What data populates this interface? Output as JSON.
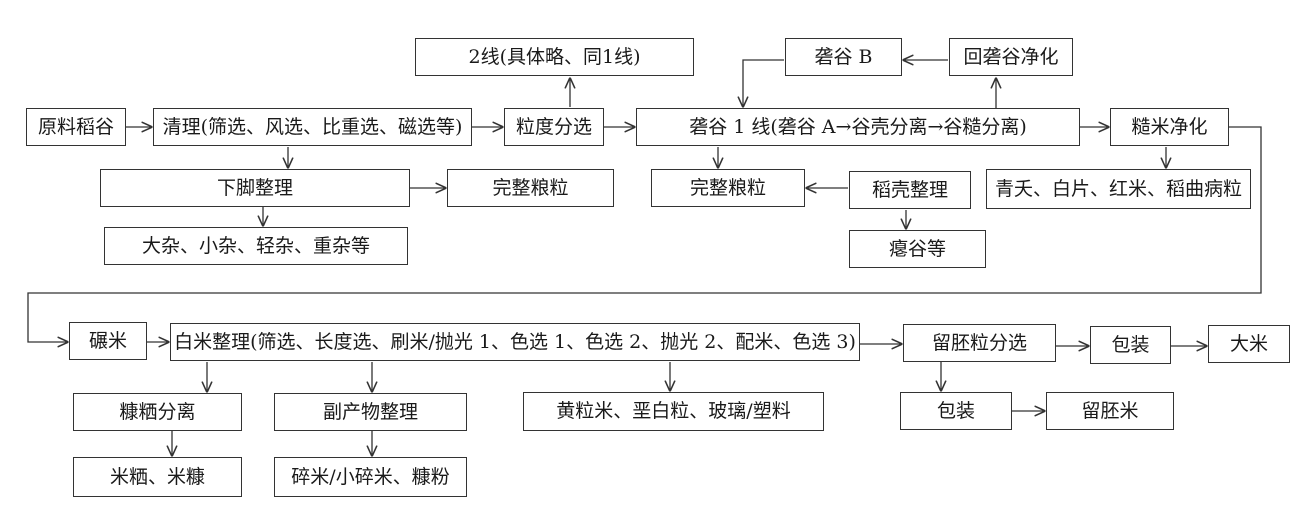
{
  "nodes": {
    "raw_paddy": "原料稻谷",
    "cleaning": "清理(筛选、风选、比重选、磁选等)",
    "size_grading": "粒度分选",
    "line2": "2线(具体略、同1线)",
    "hulling_b": "砻谷 B",
    "rehull_purify": "回砻谷净化",
    "hulling_line1": "砻谷 1 线(砻谷 A→谷壳分离→谷糙分离)",
    "brown_rice_purify": "糙米净化",
    "green_white_red": "青夭、白片、红米、稻曲病粒",
    "whole_grain_2": "完整粮粒",
    "husk_sorting": "稻壳整理",
    "shriveled": "瘪谷等",
    "tailings_sorting": "下脚整理",
    "whole_grain_1": "完整粮粒",
    "impurities": "大杂、小杂、轻杂、重杂等",
    "milling": "碾米",
    "white_rice_sorting": "白米整理(筛选、长度选、刷米/抛光 1、色选 1、色选 2、抛光 2、配米、色选 3)",
    "germ_sorting": "留胚粒分选",
    "packing_1": "包装",
    "rice": "大米",
    "packing_2": "包装",
    "germ_rice": "留胚米",
    "bran_separation": "糠粞分离",
    "bran_products": "米粞、米糠",
    "byproduct_sorting": "副产物整理",
    "broken_products": "碎米/小碎米、糠粉",
    "defects": "黄粒米、垩白粒、玻璃/塑料"
  }
}
